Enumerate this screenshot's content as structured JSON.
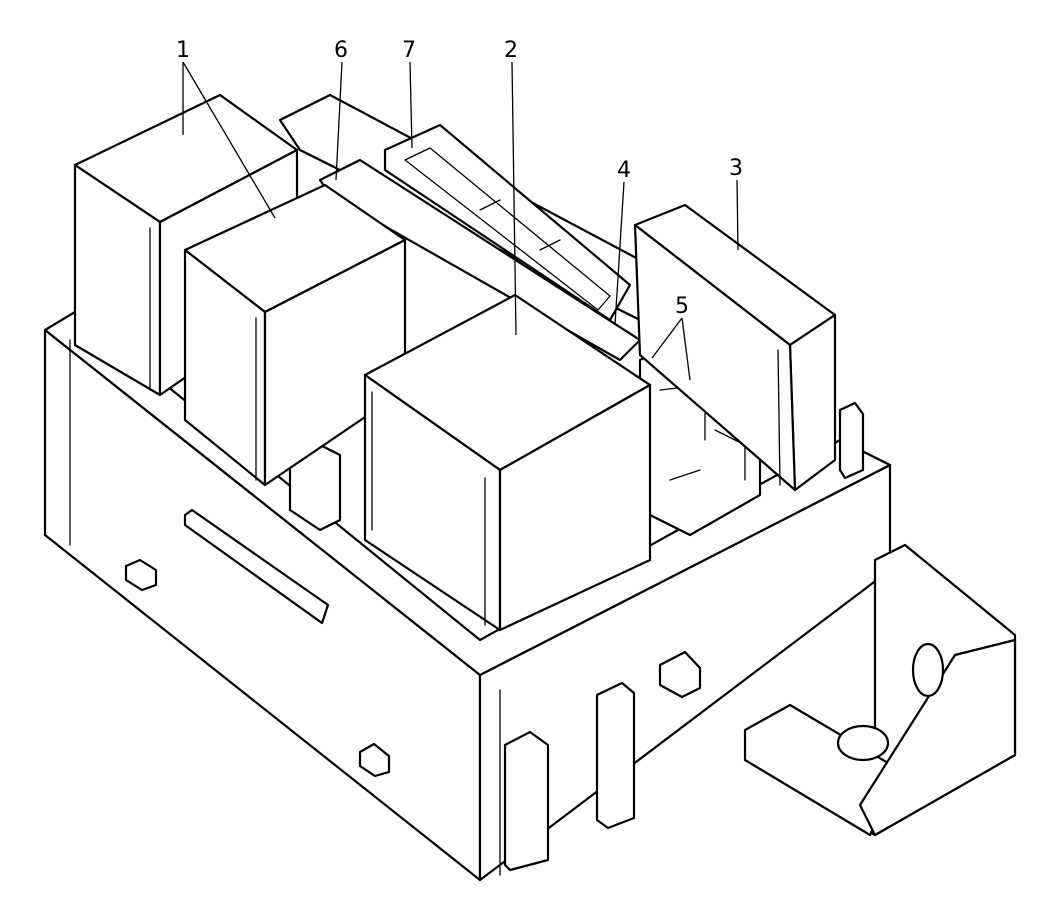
{
  "colors": {
    "line": "#000000",
    "background": "#ffffff"
  },
  "callouts": {
    "c1": "1",
    "c2": "2",
    "c3": "3",
    "c4": "4",
    "c5": "5",
    "c6": "6",
    "c7": "7"
  }
}
